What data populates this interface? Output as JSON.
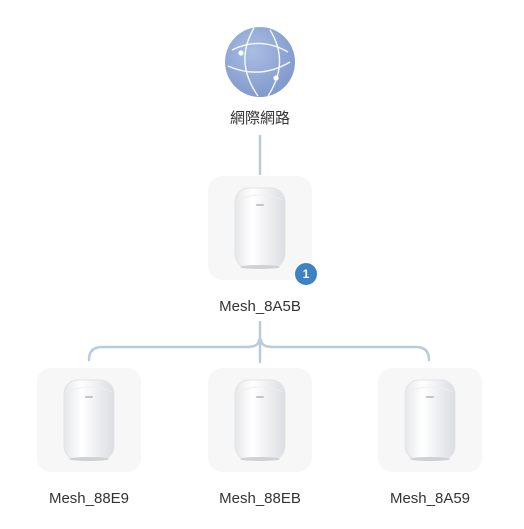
{
  "internet": {
    "label": "網際網路",
    "icon": "globe-icon"
  },
  "root_node": {
    "name": "Mesh_8A5B",
    "badge_count": "1",
    "icon": "mesh-router-icon"
  },
  "child_nodes": [
    {
      "name": "Mesh_88E9",
      "icon": "mesh-router-icon"
    },
    {
      "name": "Mesh_88EB",
      "icon": "mesh-router-icon"
    },
    {
      "name": "Mesh_8A59",
      "icon": "mesh-router-icon"
    }
  ],
  "colors": {
    "link_line": "#b9cbe0",
    "badge": "#3d82c4",
    "card_background": "#f7f7f8",
    "globe": "#8ea6d4"
  }
}
